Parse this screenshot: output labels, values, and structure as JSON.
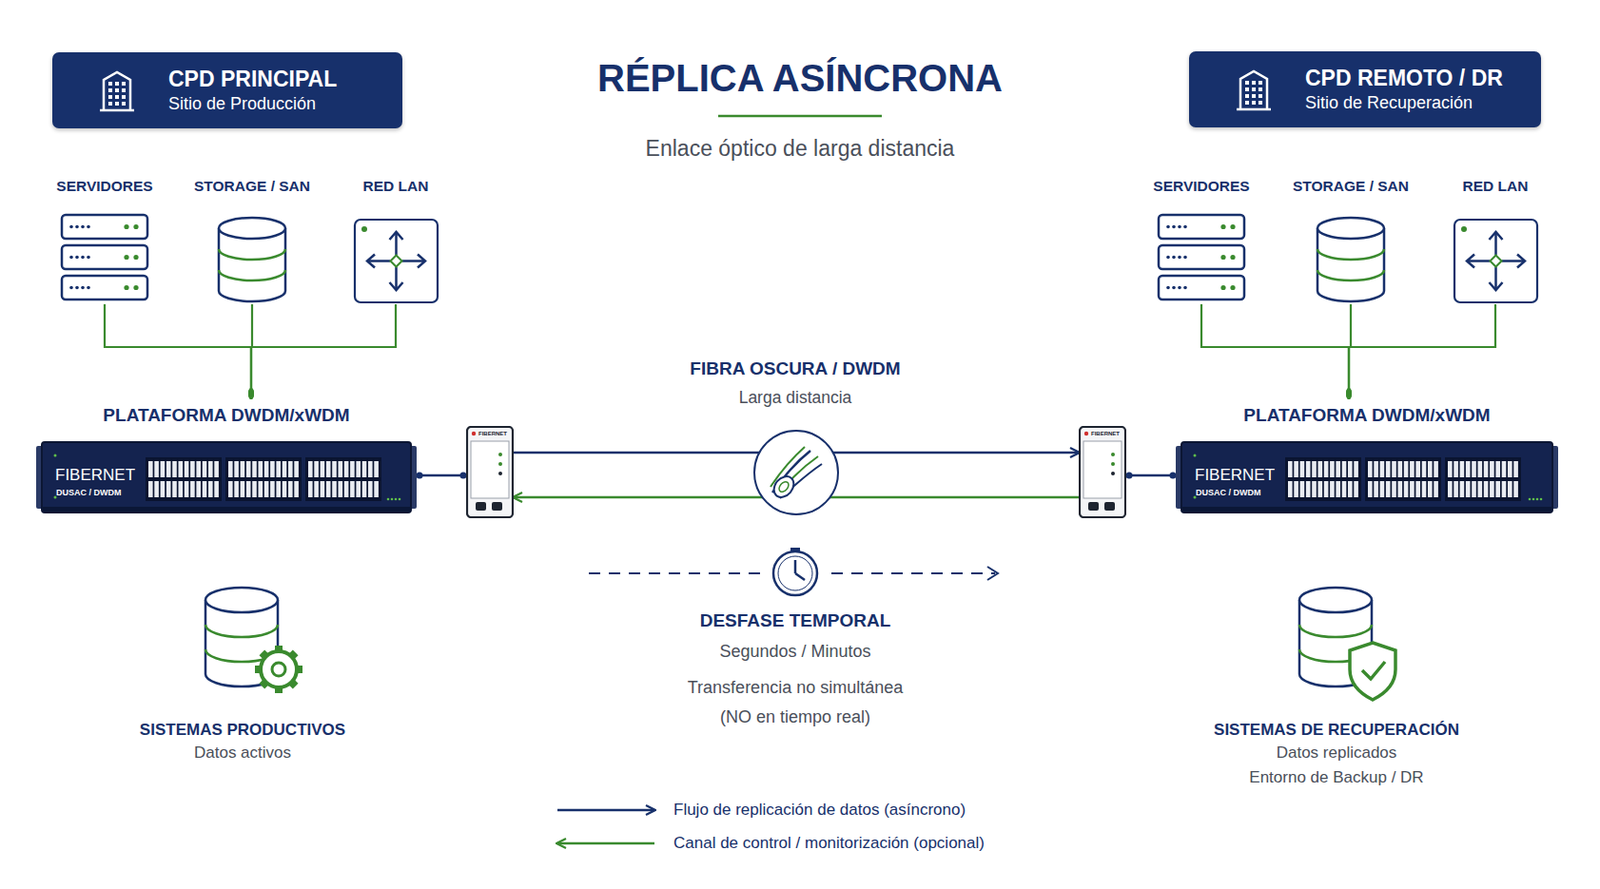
{
  "diagram": {
    "title": "RÉPLICA ASÍNCRONA",
    "nodes": [
      {
        "text": [
          "CPD PRINCIPAL",
          "Sitio de Producción"
        ]
      },
      {
        "text": [
          "CPD REMOTO / DR",
          "Sitio de Recuperación"
        ]
      },
      {
        "text": [
          "SERVIDORES"
        ]
      },
      {
        "text": [
          "STORAGE / SAN"
        ]
      },
      {
        "text": [
          "RED LAN"
        ]
      },
      {
        "text": [
          "SERVIDORES"
        ]
      },
      {
        "text": [
          "STORAGE / SAN"
        ]
      },
      {
        "text": [
          "RED LAN"
        ]
      },
      {
        "text": [
          "PLATAFORMA DWDM/xWDM",
          "FIBERNET",
          "DUSAC / DWDM"
        ]
      },
      {
        "text": [
          "FIBERNET"
        ]
      },
      {
        "text": [
          "FIBERNET"
        ]
      },
      {
        "text": [
          "PLATAFORMA DWDM/xWDM",
          "FIBERNET",
          "DUSAC / DWDM"
        ]
      },
      {
        "text": [
          "SISTEMAS PRODUCTIVOS",
          "Datos activos"
        ]
      },
      {
        "text": [
          "SISTEMAS DE RECUPERACIÓN",
          "Datos replicados",
          "Entorno de Backup / DR"
        ]
      }
    ],
    "edges": [
      {
        "from": 2,
        "to": 8,
        "arrow": "none"
      },
      {
        "from": 3,
        "to": 8,
        "arrow": "none"
      },
      {
        "from": 4,
        "to": 8,
        "arrow": "none"
      },
      {
        "from": 5,
        "to": 11,
        "arrow": "none"
      },
      {
        "from": 6,
        "to": 11,
        "arrow": "none"
      },
      {
        "from": 7,
        "to": 11,
        "arrow": "none"
      },
      {
        "from": 8,
        "to": 9,
        "arrow": "none"
      },
      {
        "from": 9,
        "to": 10,
        "arrow": "to"
      },
      {
        "from": 10,
        "to": 9,
        "arrow": "to"
      },
      {
        "from": 10,
        "to": 11,
        "arrow": "none"
      }
    ],
    "labels": [
      "Enlace óptico de larga distancia",
      "FIBRA OSCURA / DWDM",
      "Larga distancia",
      "DESFASE TEMPORAL",
      "Segundos / Minutos",
      "Transferencia no simultánea",
      "(NO en tiempo real)"
    ],
    "legend": [
      {
        "text": "Flujo de replicación de datos (asíncrono)"
      },
      {
        "text": "Canal de control / monitorización (opcional)"
      }
    ]
  }
}
